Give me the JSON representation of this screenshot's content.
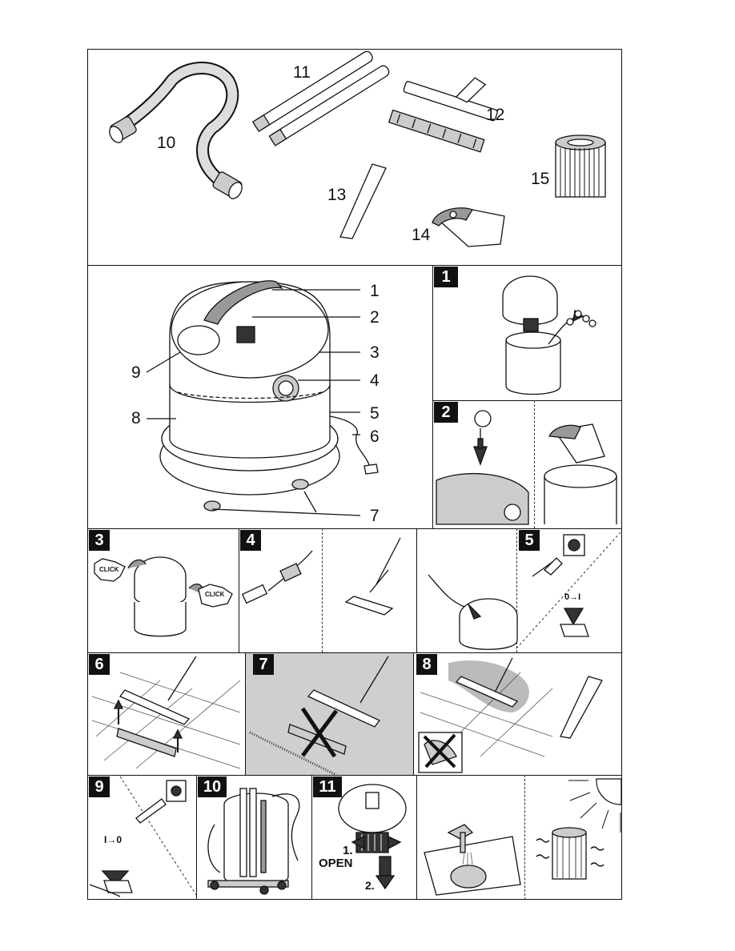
{
  "accessories": {
    "hose": "10",
    "tubes": "11",
    "floor_nozzle": "12",
    "crevice_nozzle": "13",
    "filter_bag": "14",
    "cartridge_filter": "15"
  },
  "overview": {
    "parts": [
      "1",
      "2",
      "3",
      "4",
      "5",
      "6",
      "7",
      "8",
      "9"
    ]
  },
  "steps": {
    "s1": "1",
    "s2": "2",
    "s3": "3",
    "s4": "4",
    "s5": "5",
    "s6": "6",
    "s7": "7",
    "s8": "8",
    "s9": "9",
    "s10": "10",
    "s11": "11"
  },
  "callouts": {
    "click_left": "CLICK",
    "click_right": "CLICK",
    "switch_on": "0→I",
    "switch_off": "I→0",
    "open_step": "1.\nOPEN",
    "step_two": "2."
  },
  "icons": [
    "arrow-down-icon",
    "cross-icon",
    "sun-icon",
    "plug-icon"
  ]
}
